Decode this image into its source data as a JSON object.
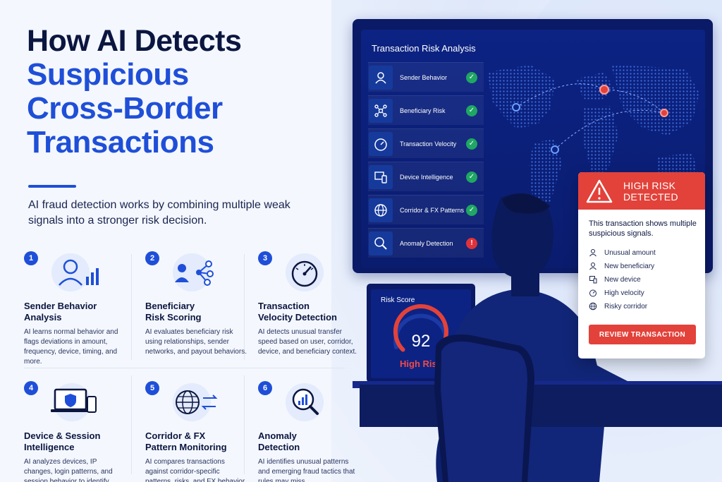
{
  "header": {
    "title_line1": "How AI Detects",
    "title_line2": "Suspicious",
    "title_line3": "Cross-Border",
    "title_line4": "Transactions",
    "subtitle": "AI fraud detection works by combining multiple weak signals into a stronger risk decision."
  },
  "features": [
    {
      "num": "1",
      "title_a": "Sender Behavior",
      "title_b": "Analysis",
      "desc": "AI learns normal behavior and flags deviations in amount, frequency, device, timing, and more.",
      "icon": "user-chart-icon"
    },
    {
      "num": "2",
      "title_a": "Beneficiary",
      "title_b": "Risk Scoring",
      "desc": "AI evaluates beneficiary risk using relationships, sender networks, and payout behaviors.",
      "icon": "network-user-icon"
    },
    {
      "num": "3",
      "title_a": "Transaction",
      "title_b": "Velocity Detection",
      "desc": "AI detects unusual transfer speed based on user, corridor, device, and beneficiary context.",
      "icon": "speedometer-icon"
    },
    {
      "num": "4",
      "title_a": "Device & Session",
      "title_b": "Intelligence",
      "desc": "AI analyzes devices, IP changes, login patterns, and session behavior to identify account risks.",
      "icon": "devices-shield-icon"
    },
    {
      "num": "5",
      "title_a": "Corridor & FX",
      "title_b": "Pattern Monitoring",
      "desc": "AI compares transactions against corridor-specific patterns, risks, and FX behavior.",
      "icon": "globe-exchange-icon"
    },
    {
      "num": "6",
      "title_a": "Anomaly",
      "title_b": "Detection",
      "desc": "AI identifies unusual patterns and emerging fraud tactics that rules may miss.",
      "icon": "magnifier-chart-icon"
    }
  ],
  "panel": {
    "title": "Transaction Risk Analysis",
    "items": [
      {
        "label": "Sender Behavior",
        "status": "ok"
      },
      {
        "label": "Beneficiary Risk",
        "status": "ok"
      },
      {
        "label": "Transaction Velocity",
        "status": "ok"
      },
      {
        "label": "Device Intelligence",
        "status": "ok"
      },
      {
        "label": "Corridor & FX Patterns",
        "status": "ok"
      },
      {
        "label": "Anomaly Detection",
        "status": "alert"
      }
    ],
    "ok_glyph": "✓",
    "alert_glyph": "!"
  },
  "alert": {
    "heading_line1": "HIGH RISK",
    "heading_line2": "DETECTED",
    "message": "This transaction shows multiple suspicious signals.",
    "signals": [
      "Unusual amount",
      "New beneficiary",
      "New device",
      "High velocity",
      "Risky corridor"
    ],
    "button": "REVIEW TRANSACTION"
  },
  "score": {
    "label": "Risk Score",
    "value": "92",
    "value_fraction": 0.92,
    "level": "High Risk"
  },
  "colors": {
    "navy": "#0b1640",
    "accent_blue": "#1f4fd8",
    "alert_red": "#e2423a",
    "ok_green": "#1fa763"
  }
}
